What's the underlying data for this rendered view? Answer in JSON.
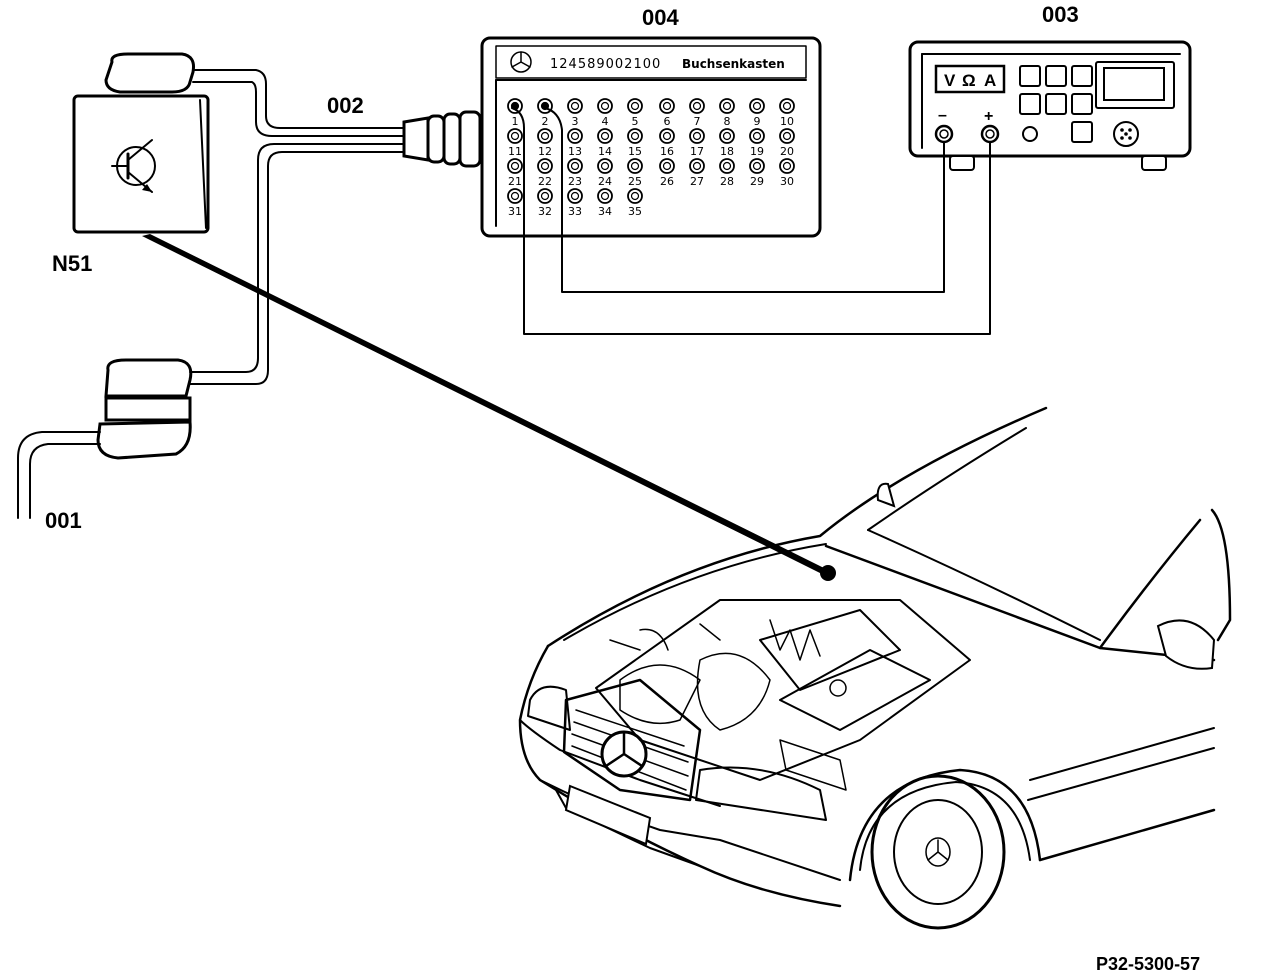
{
  "labels": {
    "sensor": "N51",
    "connector_cable": "002",
    "socket_box": "004",
    "multimeter": "003",
    "harness": "001",
    "figure_id": "P32-5300-57"
  },
  "socket_box": {
    "part_number": "124589002100",
    "name": "Buchsenkasten",
    "sockets": [
      "1",
      "2",
      "3",
      "4",
      "5",
      "6",
      "7",
      "8",
      "9",
      "10",
      "11",
      "12",
      "13",
      "14",
      "15",
      "16",
      "17",
      "18",
      "19",
      "20",
      "21",
      "22",
      "23",
      "24",
      "25",
      "26",
      "27",
      "28",
      "29",
      "30",
      "31",
      "32",
      "33",
      "34",
      "35"
    ]
  },
  "multimeter": {
    "modes": [
      "V",
      "Ω",
      "A"
    ],
    "minus": "–",
    "plus": "+"
  }
}
